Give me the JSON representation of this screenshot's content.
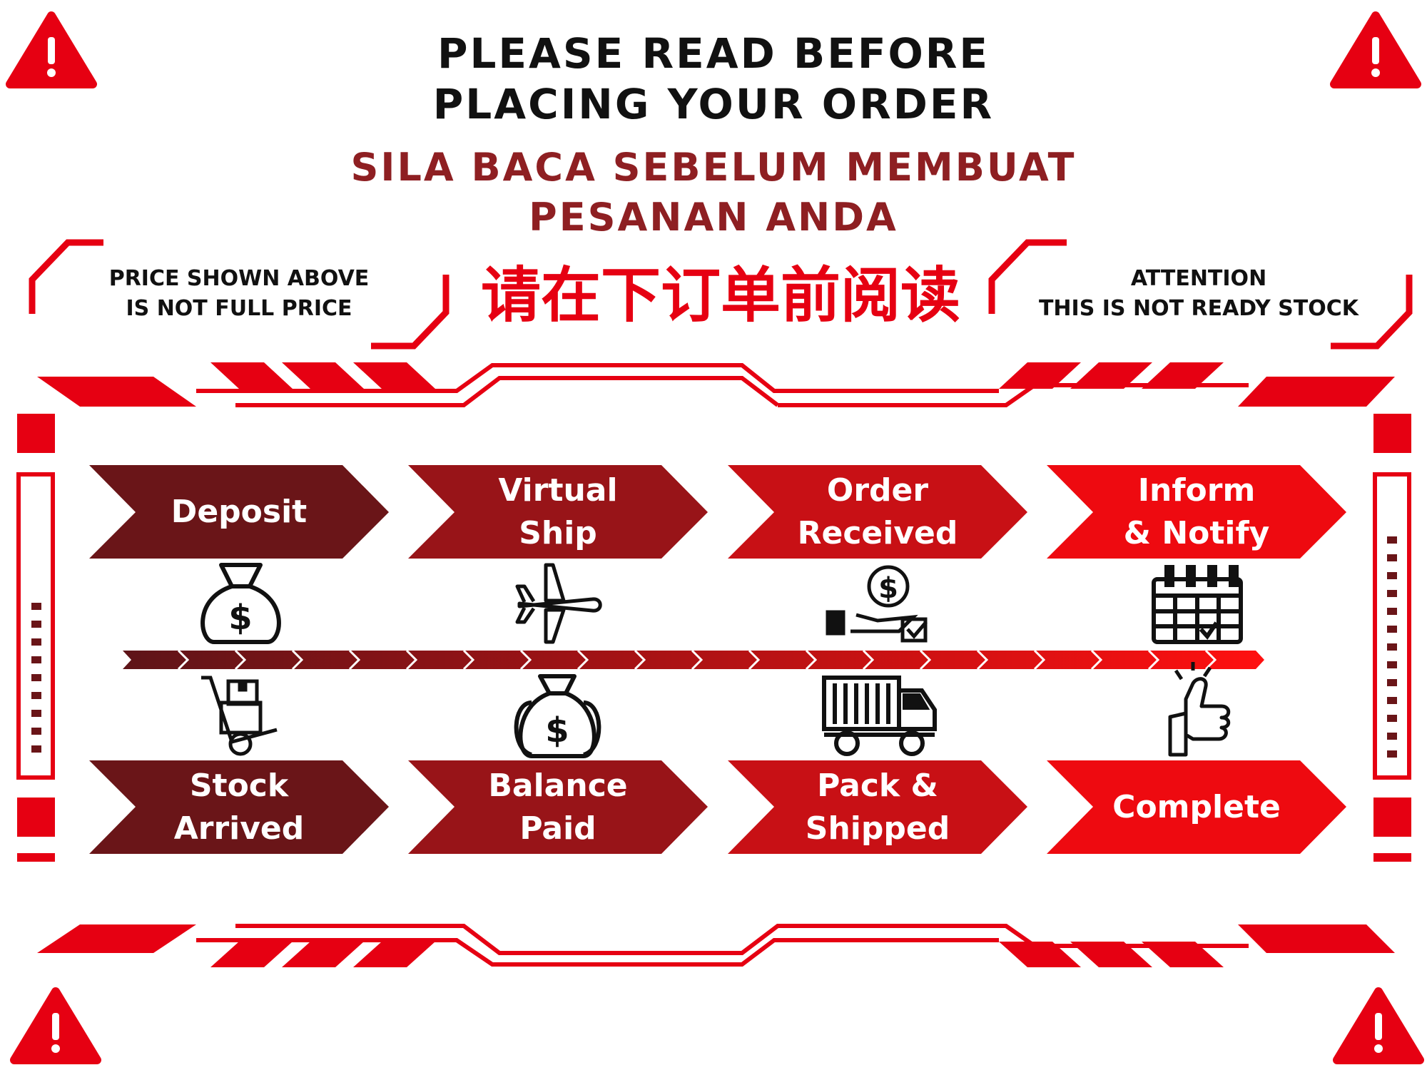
{
  "header": {
    "title_en_line1": "PLEASE READ BEFORE",
    "title_en_line2": "PLACING YOUR ORDER",
    "title_ms_line1": "SILA BACA SEBELUM MEMBUAT",
    "title_ms_line2": "PESANAN ANDA",
    "title_zh": "请在下订单前阅读"
  },
  "notes": {
    "left_line1": "PRICE SHOWN ABOVE",
    "left_line2": "IS NOT FULL PRICE",
    "right_line1": "ATTENTION",
    "right_line2": "THIS IS NOT READY STOCK"
  },
  "steps_top": [
    {
      "line1": "Deposit",
      "line2": "",
      "icon": "money-bag-icon"
    },
    {
      "line1": "Virtual",
      "line2": "Ship",
      "icon": "airplane-icon"
    },
    {
      "line1": "Order",
      "line2": "Received",
      "icon": "payment-hand-icon"
    },
    {
      "line1": "Inform",
      "line2": "& Notify",
      "icon": "calendar-check-icon"
    }
  ],
  "steps_bottom": [
    {
      "line1": "Stock",
      "line2": "Arrived",
      "icon": "hand-truck-icon"
    },
    {
      "line1": "Balance",
      "line2": "Paid",
      "icon": "money-bags-icon"
    },
    {
      "line1": "Pack &",
      "line2": "Shipped",
      "icon": "delivery-truck-icon"
    },
    {
      "line1": "Complete",
      "line2": "",
      "icon": "thumbs-up-icon"
    }
  ],
  "colors": {
    "red": "#e60012",
    "dark_red": "#6a1518",
    "title_red": "#8e1f22",
    "title_black": "#111111"
  }
}
